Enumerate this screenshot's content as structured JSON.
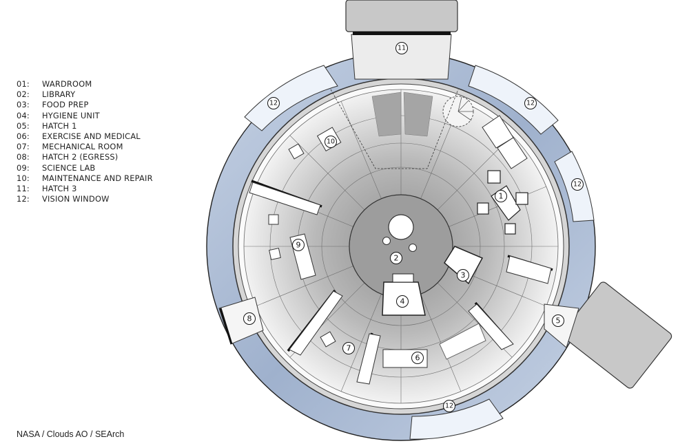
{
  "legend": {
    "items": [
      {
        "num": "01:",
        "label": "WARDROOM"
      },
      {
        "num": "02:",
        "label": "LIBRARY"
      },
      {
        "num": "03:",
        "label": "FOOD PREP"
      },
      {
        "num": "04:",
        "label": "HYGIENE UNIT"
      },
      {
        "num": "05:",
        "label": "HATCH 1"
      },
      {
        "num": "06:",
        "label": "EXERCISE AND MEDICAL"
      },
      {
        "num": "07:",
        "label": "MECHANICAL ROOM"
      },
      {
        "num": "08:",
        "label": "HATCH 2 (EGRESS)"
      },
      {
        "num": "09:",
        "label": "SCIENCE LAB"
      },
      {
        "num": "10:",
        "label": "MAINTENANCE AND REPAIR"
      },
      {
        "num": "11:",
        "label": "HATCH 3"
      },
      {
        "num": "12:",
        "label": "VISION WINDOW"
      }
    ]
  },
  "credit": "NASA / Clouds AO / SEArch",
  "plan_markers": {
    "m1": "1",
    "m2": "2",
    "m3": "3",
    "m4": "4",
    "m5": "5",
    "m6": "6",
    "m7": "7",
    "m8": "8",
    "m9": "9",
    "m10": "10",
    "m11": "11",
    "m12a": "12",
    "m12b": "12",
    "m12c": "12",
    "m12d": "12"
  },
  "colors": {
    "inflatable_blue": "#a9b9d3",
    "floor_gray": "#b8b8b8",
    "module_gray": "#c8c8c8"
  }
}
